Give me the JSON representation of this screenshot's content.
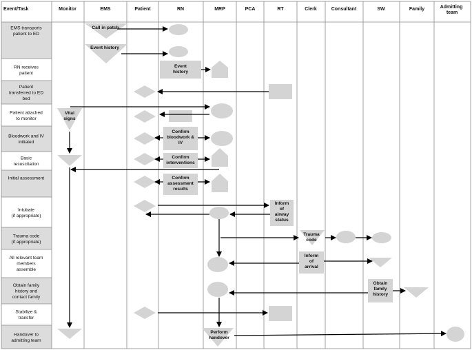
{
  "columns": [
    "Event/Task",
    "Monitor",
    "EMS",
    "Patient",
    "RN",
    "MRP",
    "PCA",
    "RT",
    "Clerk",
    "Consultant",
    "SW",
    "Family",
    "Admitting team"
  ],
  "tasks": [
    [
      "EMS transports",
      "patient to ED"
    ],
    [
      "RN receives",
      "patient"
    ],
    [
      "Patient",
      "transferred to ED",
      "bed"
    ],
    [
      "Patient attached",
      "to monitor"
    ],
    [
      "Bloodwork and IV",
      "initiated"
    ],
    [
      "Basic",
      "resuscitation"
    ],
    [
      "Initial assessment"
    ],
    [
      "Intubate",
      "(if appropriate)"
    ],
    [
      "Trauma code",
      "(if appropriate)"
    ],
    [
      "All relevant team",
      "members",
      "assemble"
    ],
    [
      "Obtain family",
      "history and",
      "contact family"
    ],
    [
      "Stabilize &",
      "transfer"
    ],
    [
      "Handover to",
      "admitting team"
    ]
  ],
  "labels": {
    "call_in_patch": [
      "Call in  patch"
    ],
    "event_history_ems": [
      "Event history"
    ],
    "event_history_rn": [
      "Event",
      "history"
    ],
    "vital_signs": [
      "Vital",
      "signs"
    ],
    "confirm_bloodwork": [
      "Confirm",
      "bloodwork &",
      "IV"
    ],
    "confirm_interventions": [
      "Confirm",
      "interventions"
    ],
    "confirm_assessment": [
      "Confirm",
      "assessment",
      "results"
    ],
    "inform_airway": [
      "Inform",
      "of",
      "airway",
      "status"
    ],
    "trauma_code": [
      "Trauma",
      "code"
    ],
    "inform_arrival": [
      "Inform",
      "of",
      "arrival"
    ],
    "obtain_family_history": [
      "Obtain",
      "family",
      "history"
    ],
    "perform_handover": [
      "Perform",
      "handover"
    ]
  }
}
